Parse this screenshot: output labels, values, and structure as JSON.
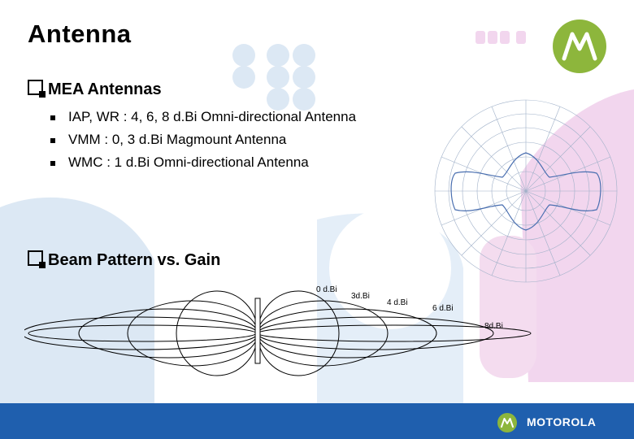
{
  "slide": {
    "title": "Antenna",
    "sections": [
      {
        "heading": "MEA Antennas",
        "bullets": [
          "IAP, WR : 4, 6, 8 d.Bi Omni-directional Antenna",
          "VMM : 0, 3 d.Bi Magmount Antenna",
          "WMC : 1 d.Bi Omni-directional Antenna"
        ]
      },
      {
        "heading": "Beam Pattern vs. Gain"
      }
    ],
    "gain_labels": [
      "0 d.Bi",
      "3d.Bi",
      "4 d.Bi",
      "6 d.Bi",
      "8d.Bi"
    ]
  },
  "footer": {
    "brand": "MOTOROLA"
  },
  "colors": {
    "accent_green": "#8db63c",
    "footer_blue": "#1f5fae",
    "deco_blue": "#dce8f4",
    "deco_pink": "#f2d6ee"
  },
  "icons": [
    "checkbox-bullet-icon",
    "square-bullet-icon",
    "motorola-logo-icon",
    "polar-radiation-chart-icon"
  ]
}
